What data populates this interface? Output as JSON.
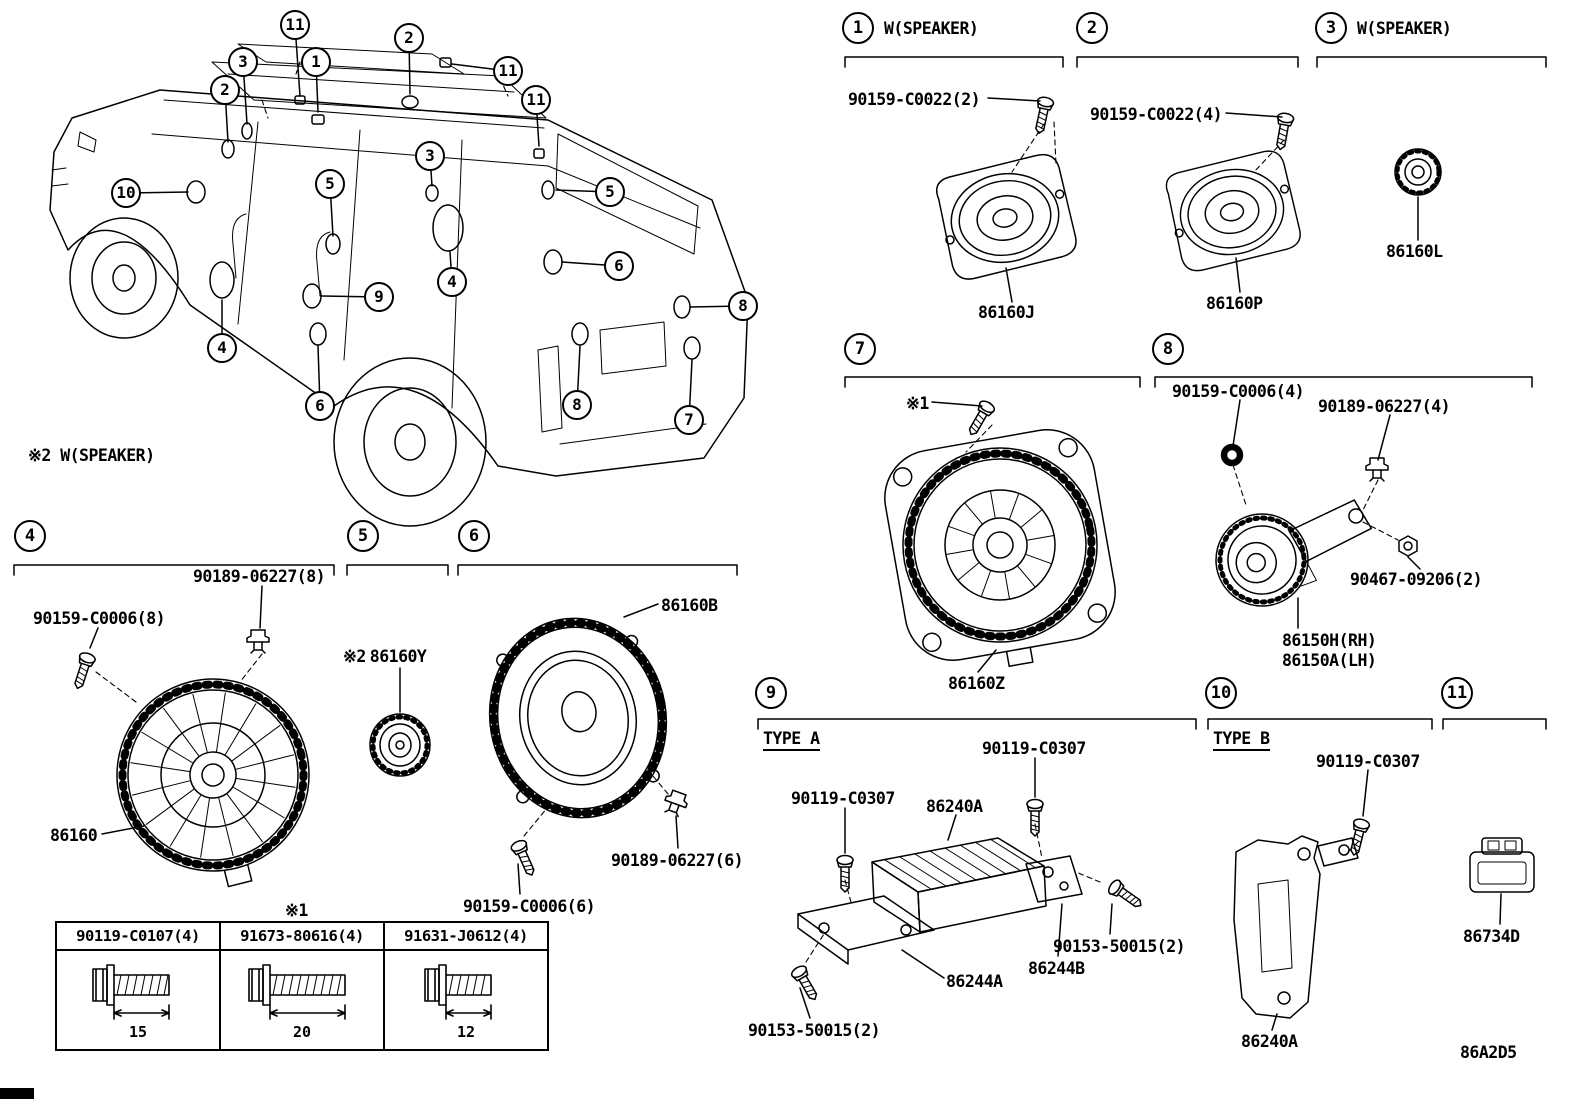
{
  "doc": {
    "page_code": "86A2D5"
  },
  "section_headers": [
    {
      "num": "1",
      "suffix": "W(SPEAKER)"
    },
    {
      "num": "2",
      "suffix": ""
    },
    {
      "num": "3",
      "suffix": "W(SPEAKER)"
    },
    {
      "num": "4",
      "suffix": ""
    },
    {
      "num": "5",
      "suffix": ""
    },
    {
      "num": "6",
      "suffix": ""
    },
    {
      "num": "7",
      "suffix": ""
    },
    {
      "num": "8",
      "suffix": ""
    },
    {
      "num": "9",
      "suffix": ""
    },
    {
      "num": "10",
      "suffix": ""
    },
    {
      "num": "11",
      "suffix": ""
    }
  ],
  "car_callouts": [
    "11",
    "2",
    "3",
    "1",
    "11",
    "2",
    "11",
    "3",
    "10",
    "5",
    "5",
    "6",
    "9",
    "4",
    "8",
    "4",
    "6",
    "8",
    "7"
  ],
  "labels": {
    "note_w_speaker": "※2 W(SPEAKER)",
    "note1_s7": "※1",
    "note1_table": "※1",
    "note2_prefix": "※2",
    "p90159C0022_2": "90159-C0022(2)",
    "p90159C0022_4": "90159-C0022(4)",
    "p86160J": "86160J",
    "p86160P": "86160P",
    "p86160L": "86160L",
    "p86160Z": "86160Z",
    "p90159C0006_4": "90159-C0006(4)",
    "p90189_06227_4": "90189-06227(4)",
    "p90467_09206_2": "90467-09206(2)",
    "p86150H_RH": "86150H(RH)",
    "p86150A_LH": "86150A(LH)",
    "p90189_06227_8": "90189-06227(8)",
    "p90159C0006_8": "90159-C0006(8)",
    "p86160Y": "86160Y",
    "p86160B": "86160B",
    "p86160": "86160",
    "p90189_06227_6": "90189-06227(6)",
    "p90159C0006_6": "90159-C0006(6)",
    "type_a": "TYPE A",
    "type_b": "TYPE B",
    "p90119C0307": "90119-C0307",
    "p86240A": "86240A",
    "p90153_50015_2": "90153-50015(2)",
    "p86244A": "86244A",
    "p86244B": "86244B",
    "p86734D": "86734D"
  },
  "bolt_table": {
    "columns": [
      {
        "part": "90119-C0107(4)",
        "length": "15"
      },
      {
        "part": "91673-80616(4)",
        "length": "20"
      },
      {
        "part": "91631-J0612(4)",
        "length": "12"
      }
    ]
  }
}
